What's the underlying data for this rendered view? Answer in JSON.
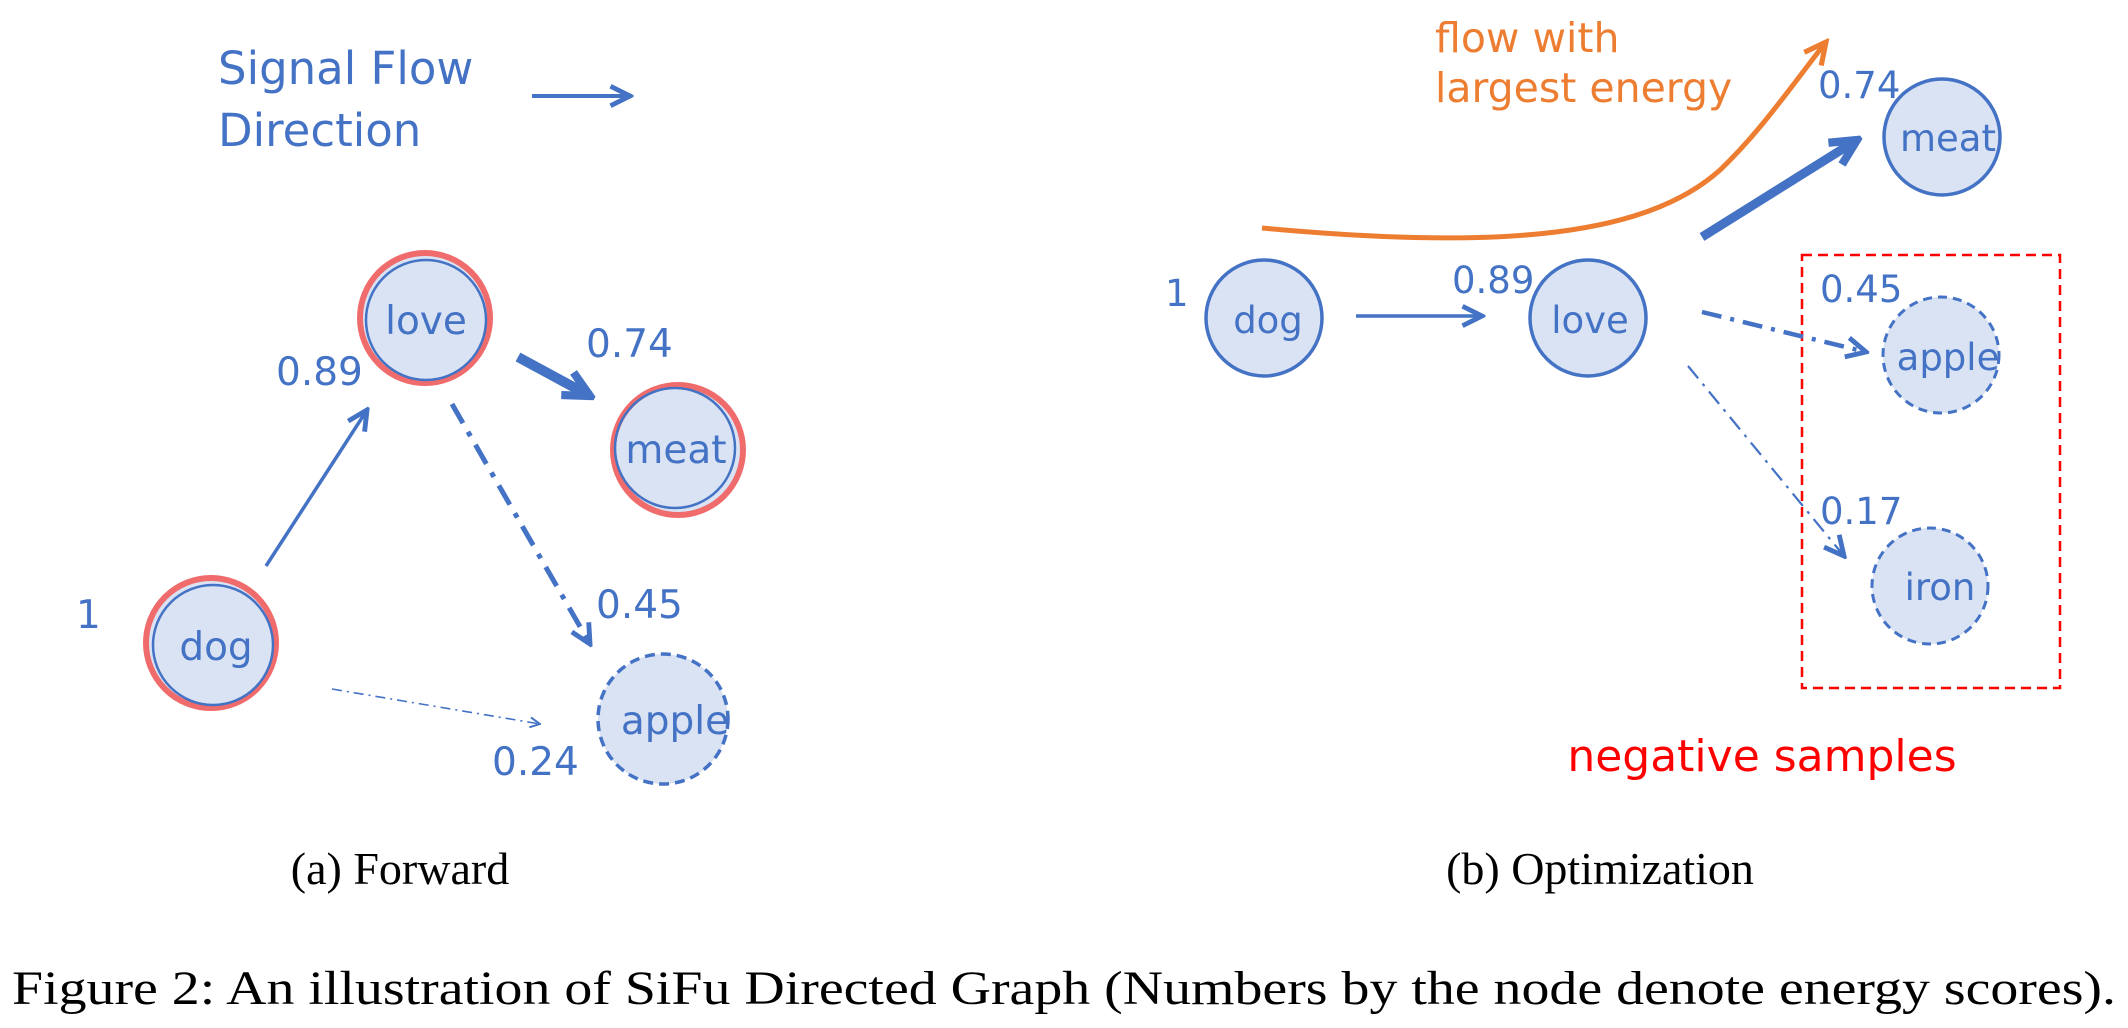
{
  "legend": {
    "line1": "Signal Flow",
    "line2": "Direction"
  },
  "panel_a": {
    "caption": "(a) Forward",
    "nodes": {
      "dog": "dog",
      "love": "love",
      "meat": "meat",
      "apple": "apple"
    },
    "scores": {
      "dog": "1",
      "love": "0.89",
      "meat": "0.74",
      "apple": "0.45",
      "dog_apple": "0.24"
    }
  },
  "panel_b": {
    "caption": "(b) Optimization",
    "nodes": {
      "dog": "dog",
      "love": "love",
      "meat": "meat",
      "apple": "apple",
      "iron": "iron"
    },
    "scores": {
      "dog": "1",
      "love": "0.89",
      "meat": "0.74",
      "apple": "0.45",
      "iron": "0.17"
    },
    "flow_label_line1": "flow with",
    "flow_label_line2": "largest energy",
    "negative_label": "negative samples"
  },
  "figure_caption": "Figure 2: An illustration of SiFu Directed Graph (Numbers by the node denote energy scores).",
  "colors": {
    "blue": "#4472C4",
    "node_fill": "#DAE3F3",
    "highlight": "#F06C6C",
    "orange": "#ED7D31",
    "red": "#FF0000"
  }
}
